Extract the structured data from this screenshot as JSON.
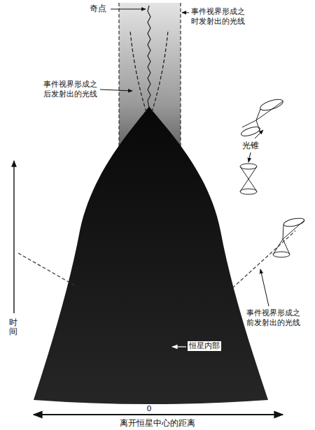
{
  "diagram": {
    "labels": [
      "奇点",
      "事件视界形成之时发射出的光线",
      "事件视界形成之后发射出的光线",
      "光锥",
      "事件视界形成之前发射出的光线",
      "恒星内部",
      "时间",
      "0",
      "离开恒星中心的距离"
    ]
  }
}
